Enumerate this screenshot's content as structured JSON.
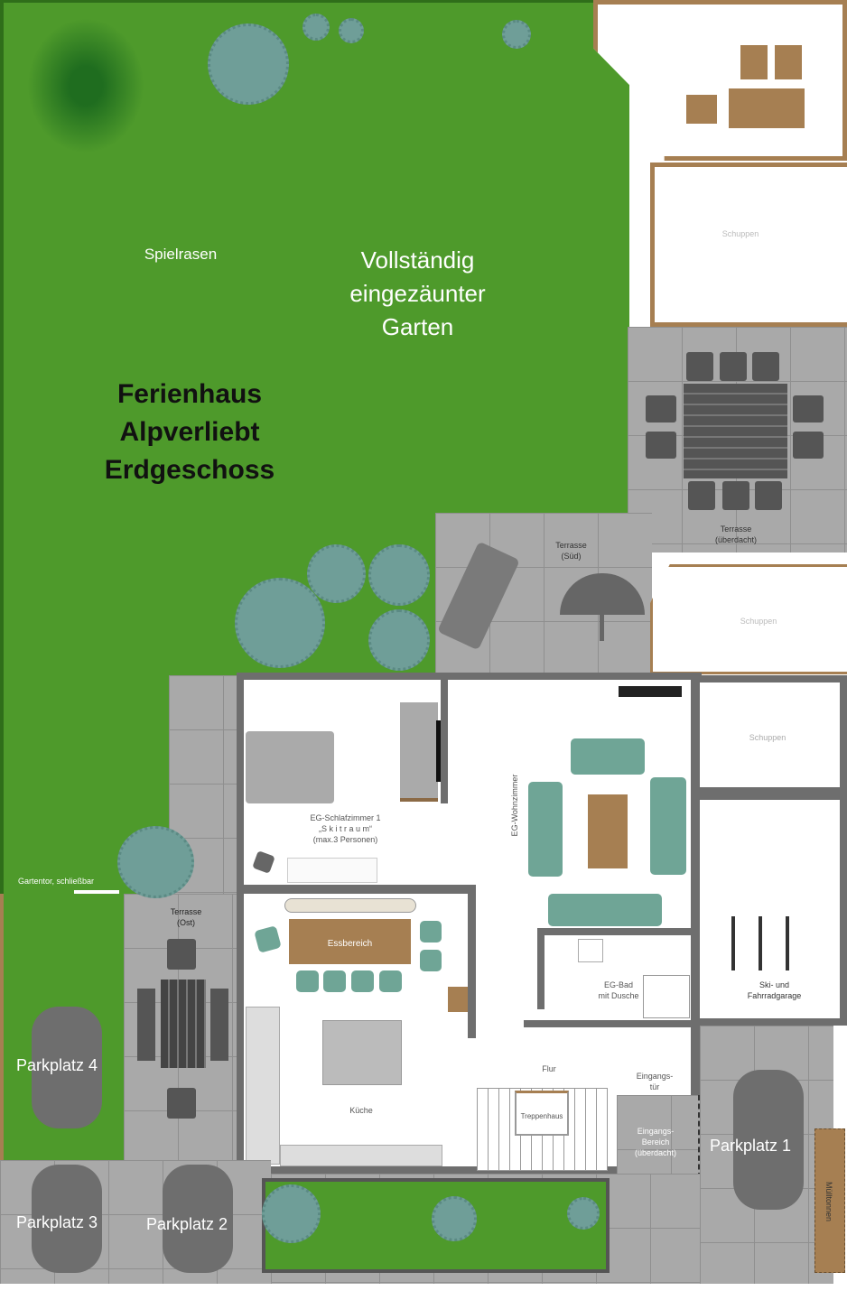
{
  "title": [
    "Ferienhaus",
    "Alpverliebt",
    "Erdgeschoss"
  ],
  "garden": {
    "play_lawn": "Spielrasen",
    "fenced": [
      "Vollständig",
      "eingezäunter",
      "Garten"
    ],
    "gate": "Gartentor, schließbar"
  },
  "rooms": {
    "shed_top": "Schuppen",
    "shed_mid": "Schuppen",
    "shed_right": "Schuppen",
    "terrace_covered": [
      "Terrasse",
      "(überdacht)"
    ],
    "terrace_south": [
      "Terrasse",
      "(Süd)"
    ],
    "terrace_east": [
      "Terrasse",
      "(Ost)"
    ],
    "bedroom": [
      "EG-Schlafzimmer 1",
      "„S k i t r a u m“",
      "(max.3 Personen)"
    ],
    "living": "EG-Wohnzimmer",
    "dining": "Essbereich",
    "bath": [
      "EG-Bad",
      "mit Dusche"
    ],
    "garage": [
      "Ski- und",
      "Fahrradgarage"
    ],
    "hall": "Flur",
    "stairs": "Treppenhaus",
    "entry_door": [
      "Eingangs-",
      "tür"
    ],
    "entry_area": [
      "Eingangs-",
      "Bereich",
      "(überdacht)"
    ],
    "kitchen": "Küche",
    "bins": "Mülltonnen"
  },
  "parking": [
    "Parkplatz 1",
    "Parkplatz 2",
    "Parkplatz 3",
    "Parkplatz 4"
  ]
}
